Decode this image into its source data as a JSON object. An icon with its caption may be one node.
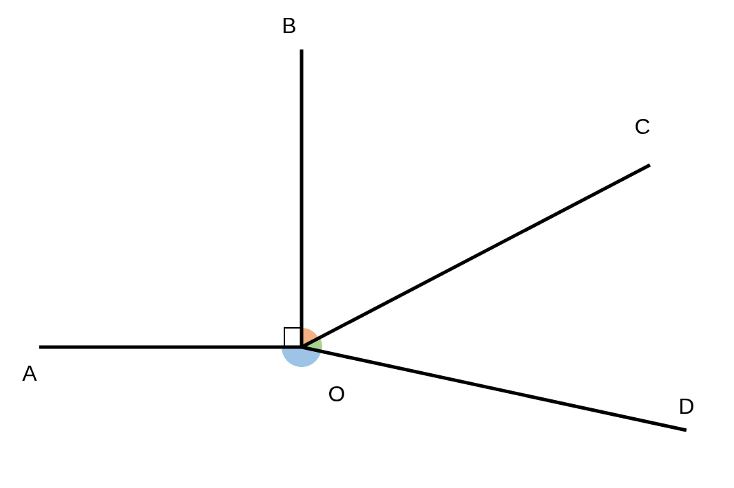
{
  "diagram": {
    "labels": [
      "B",
      "C",
      "A",
      "O",
      "D"
    ]
  }
}
